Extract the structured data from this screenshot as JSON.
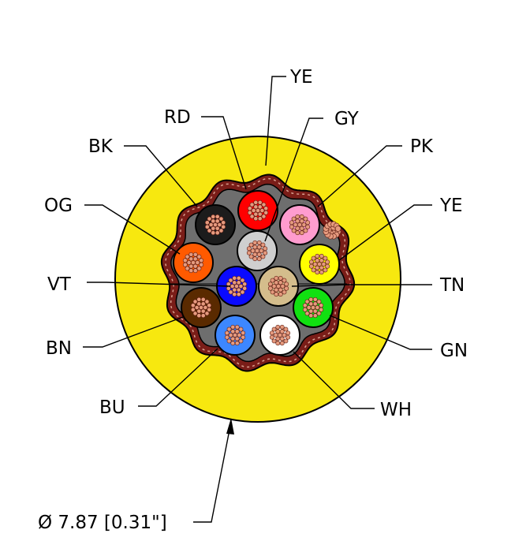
{
  "jacket_color": "#f7e80f",
  "core_fill_color": "#6e6e6e",
  "shield_color": "#7a1d18",
  "strand_color": "#e59a7e",
  "conductors": [
    {
      "label": "RD",
      "color": "#ff0000"
    },
    {
      "label": "BK",
      "color": "#1c1c1c"
    },
    {
      "label": "PK",
      "color": "#ff9ccf"
    },
    {
      "label": "GY",
      "color": "#cfcfcf"
    },
    {
      "label": "OG",
      "color": "#ff5a00"
    },
    {
      "label": "YE",
      "color": "#ffff00"
    },
    {
      "label": "VT",
      "color": "#0a0aff"
    },
    {
      "label": "TN",
      "color": "#d4bd8c"
    },
    {
      "label": "BN",
      "color": "#5a2a00"
    },
    {
      "label": "GN",
      "color": "#11e011"
    },
    {
      "label": "BU",
      "color": "#3d87ff"
    },
    {
      "label": "WH",
      "color": "#ffffff"
    }
  ],
  "labels": {
    "ye_jacket": "YE",
    "rd": "RD",
    "gy": "GY",
    "pk": "PK",
    "bk": "BK",
    "og": "OG",
    "ye": "YE",
    "vt": "VT",
    "tn": "TN",
    "bn": "BN",
    "gn": "GN",
    "bu": "BU",
    "wh": "WH"
  },
  "diameter": "Ø 7.87 [0.31\"]"
}
